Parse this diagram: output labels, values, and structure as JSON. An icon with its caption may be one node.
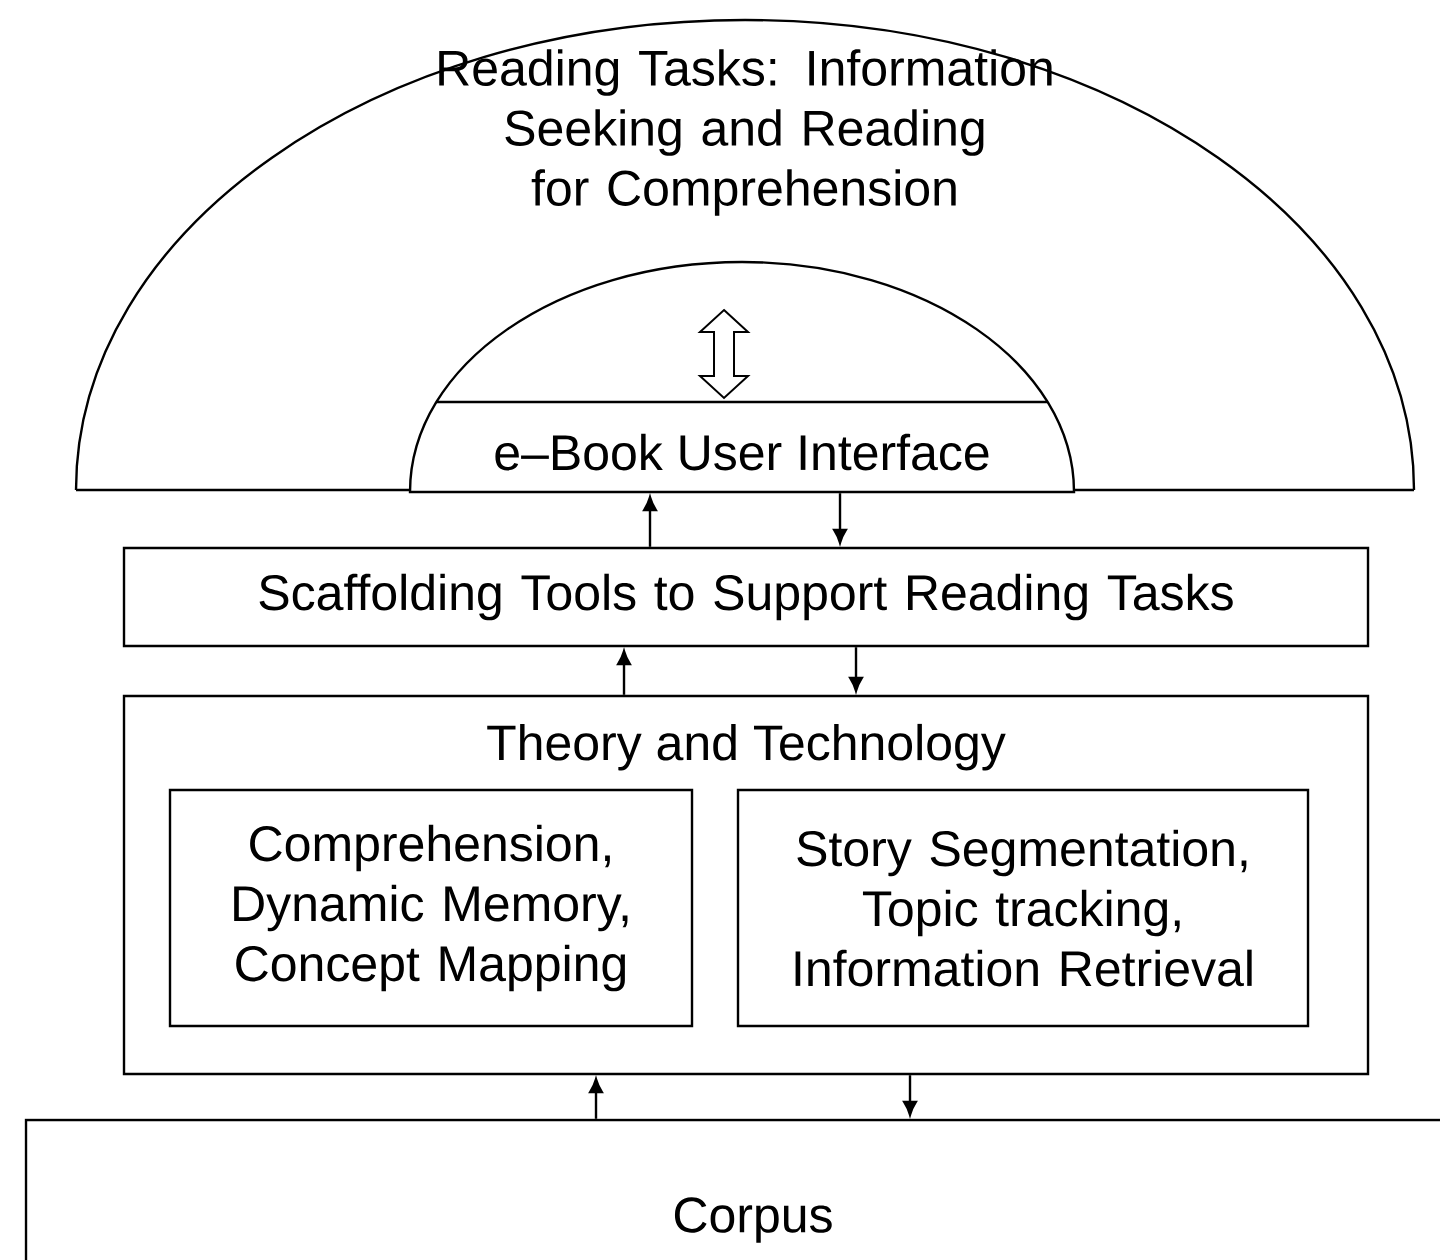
{
  "diagram": {
    "nodes": [
      {
        "text": [
          "Reading Tasks: Information Seeking and Reading for Comprehension"
        ]
      },
      {
        "text": [
          "e–Book User Interface"
        ],
        "in": 0
      },
      {
        "text": [
          "Scaffolding Tools to Support Reading Tasks"
        ]
      },
      {
        "text": [
          "Theory and Technology"
        ]
      },
      {
        "text": [
          "Comprehension, Dynamic Memory, Concept Mapping"
        ],
        "in": 3
      },
      {
        "text": [
          "Story Segmentation, Topic tracking, Information Retrieval"
        ],
        "in": 3
      },
      {
        "text": [
          "Corpus"
        ]
      }
    ],
    "edges": [
      {
        "from": 2,
        "to": 1,
        "arrow": "to"
      },
      {
        "from": 1,
        "to": 2,
        "arrow": "to"
      },
      {
        "from": 3,
        "to": 2,
        "arrow": "to"
      },
      {
        "from": 2,
        "to": 3,
        "arrow": "to"
      },
      {
        "from": 6,
        "to": 3,
        "arrow": "to"
      },
      {
        "from": 3,
        "to": 6,
        "arrow": "to"
      }
    ]
  }
}
